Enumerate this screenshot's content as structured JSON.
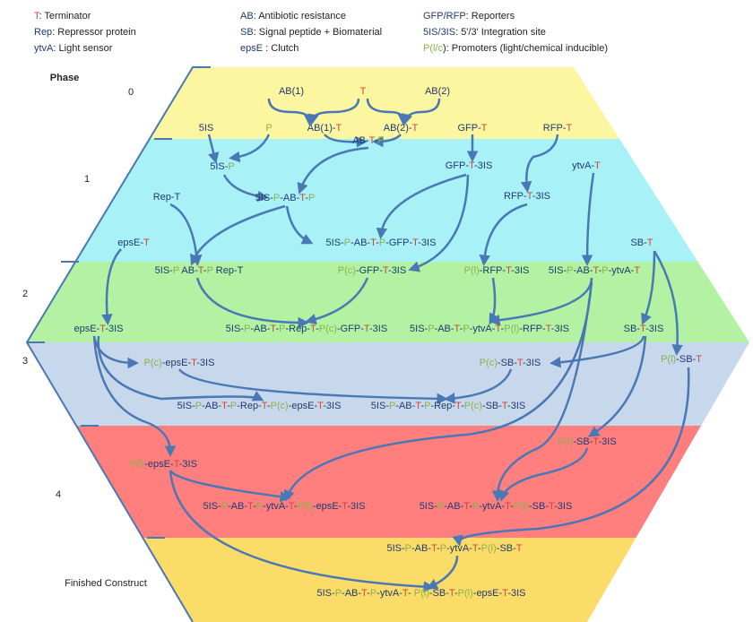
{
  "colors": {
    "blue": "#1f3a6e",
    "red": "#d0453a",
    "green": "#8db14a",
    "arrow": "#4a78b5"
  },
  "legend": [
    [
      {
        "t": "T",
        "c": "r"
      },
      {
        "t": ": Terminator",
        "c": "k"
      }
    ],
    [
      {
        "t": "AB",
        "c": "b"
      },
      {
        "t": ": Antibiotic resistance",
        "c": "k"
      }
    ],
    [
      {
        "t": "GFP/RFP",
        "c": "b"
      },
      {
        "t": ": Reporters",
        "c": "k"
      }
    ],
    [
      {
        "t": "Rep",
        "c": "b"
      },
      {
        "t": ": Repressor protein",
        "c": "k"
      }
    ],
    [
      {
        "t": "SB",
        "c": "b"
      },
      {
        "t": ": Signal peptide + Biomaterial",
        "c": "k"
      }
    ],
    [
      {
        "t": "5IS/3IS",
        "c": "b"
      },
      {
        "t": ": 5'/3' Integration site",
        "c": "k"
      }
    ],
    [
      {
        "t": "ytvA",
        "c": "b"
      },
      {
        "t": ": Light sensor",
        "c": "k"
      }
    ],
    [
      {
        "t": "epsE",
        "c": "b"
      },
      {
        "t": " : Clutch",
        "c": "k"
      }
    ],
    [
      {
        "t": "P(",
        "c": "g"
      },
      {
        "t": "l/c",
        "c": "g"
      },
      {
        "t": ")",
        "c": "k"
      },
      {
        "t": ": Promoters (light/chemical inducible)",
        "c": "k"
      }
    ]
  ],
  "phases": {
    "title": "Phase",
    "p0": "0",
    "p1": "1",
    "p2": "2",
    "p3": "3",
    "p4": "4",
    "final": "Finished Construct"
  },
  "labels": [
    [
      {
        "t": "AB(1)",
        "c": "b"
      }
    ],
    [
      {
        "t": "T",
        "c": "r"
      }
    ],
    [
      {
        "t": "AB(2)",
        "c": "b"
      }
    ],
    [
      {
        "t": "5IS",
        "c": "b"
      }
    ],
    [
      {
        "t": "P",
        "c": "g"
      }
    ],
    [
      {
        "t": "AB(1)-",
        "c": "b"
      },
      {
        "t": "T",
        "c": "r"
      }
    ],
    [
      {
        "t": "AB(2)-",
        "c": "b"
      },
      {
        "t": "T",
        "c": "r"
      }
    ],
    [
      {
        "t": "GFP-",
        "c": "b"
      },
      {
        "t": "T",
        "c": "r"
      }
    ],
    [
      {
        "t": "RFP-",
        "c": "b"
      },
      {
        "t": "T",
        "c": "r"
      }
    ],
    [
      {
        "t": "5IS-",
        "c": "b"
      },
      {
        "t": "P",
        "c": "g"
      }
    ],
    [
      {
        "t": "AB-",
        "c": "b"
      },
      {
        "t": "T",
        "c": "r"
      },
      {
        "t": "-",
        "c": "b"
      },
      {
        "t": "P",
        "c": "g"
      }
    ],
    [
      {
        "t": "GFP-",
        "c": "b"
      },
      {
        "t": "T",
        "c": "r"
      },
      {
        "t": "-3IS",
        "c": "b"
      }
    ],
    [
      {
        "t": "ytvA-",
        "c": "b"
      },
      {
        "t": "T",
        "c": "r"
      }
    ],
    [
      {
        "t": "Rep-",
        "c": "b"
      },
      {
        "t": "T",
        "c": "b"
      }
    ],
    [
      {
        "t": "5IS-",
        "c": "b"
      },
      {
        "t": "P",
        "c": "g"
      },
      {
        "t": "-AB-",
        "c": "b"
      },
      {
        "t": "T",
        "c": "r"
      },
      {
        "t": "-",
        "c": "b"
      },
      {
        "t": "P",
        "c": "g"
      }
    ],
    [
      {
        "t": "RFP-",
        "c": "b"
      },
      {
        "t": "T",
        "c": "r"
      },
      {
        "t": "-3IS",
        "c": "b"
      }
    ],
    [
      {
        "t": "5IS-",
        "c": "b"
      },
      {
        "t": "P",
        "c": "g"
      },
      {
        "t": "-AB-",
        "c": "b"
      },
      {
        "t": "T",
        "c": "r"
      },
      {
        "t": "-",
        "c": "b"
      },
      {
        "t": "P",
        "c": "g"
      },
      {
        "t": "-GFP-",
        "c": "b"
      },
      {
        "t": "T",
        "c": "r"
      },
      {
        "t": "-3IS",
        "c": "b"
      }
    ],
    [
      {
        "t": "epsE-",
        "c": "b"
      },
      {
        "t": "T",
        "c": "r"
      }
    ],
    [
      {
        "t": "SB-",
        "c": "b"
      },
      {
        "t": "T",
        "c": "r"
      }
    ],
    [
      {
        "t": "5IS-",
        "c": "b"
      },
      {
        "t": "P",
        "c": "g"
      },
      {
        "t": " AB-",
        "c": "b"
      },
      {
        "t": "T",
        "c": "r"
      },
      {
        "t": "-",
        "c": "b"
      },
      {
        "t": "P",
        "c": "g"
      },
      {
        "t": " Rep-T",
        "c": "b"
      }
    ],
    [
      {
        "t": "P(c)",
        "c": "g"
      },
      {
        "t": "-GFP-",
        "c": "b"
      },
      {
        "t": "T",
        "c": "r"
      },
      {
        "t": "-3IS",
        "c": "b"
      }
    ],
    [
      {
        "t": "P(l)",
        "c": "g"
      },
      {
        "t": "-RFP-",
        "c": "b"
      },
      {
        "t": "T",
        "c": "r"
      },
      {
        "t": "-3IS",
        "c": "b"
      }
    ],
    [
      {
        "t": "5IS-",
        "c": "b"
      },
      {
        "t": "P",
        "c": "g"
      },
      {
        "t": "-AB-",
        "c": "b"
      },
      {
        "t": "T",
        "c": "r"
      },
      {
        "t": "-",
        "c": "b"
      },
      {
        "t": "P",
        "c": "g"
      },
      {
        "t": "-ytvA-",
        "c": "b"
      },
      {
        "t": "T",
        "c": "r"
      }
    ],
    [
      {
        "t": "epsE-",
        "c": "b"
      },
      {
        "t": "T",
        "c": "r"
      },
      {
        "t": "-3IS",
        "c": "b"
      }
    ],
    [
      {
        "t": "5IS-",
        "c": "b"
      },
      {
        "t": "P",
        "c": "g"
      },
      {
        "t": "-AB-",
        "c": "b"
      },
      {
        "t": "T",
        "c": "r"
      },
      {
        "t": "-",
        "c": "b"
      },
      {
        "t": "P",
        "c": "g"
      },
      {
        "t": "-Rep-",
        "c": "b"
      },
      {
        "t": "T",
        "c": "r"
      },
      {
        "t": "-",
        "c": "b"
      },
      {
        "t": "P(c)",
        "c": "g"
      },
      {
        "t": "-GFP-",
        "c": "b"
      },
      {
        "t": "T",
        "c": "r"
      },
      {
        "t": "-3IS",
        "c": "b"
      }
    ],
    [
      {
        "t": "5IS-",
        "c": "b"
      },
      {
        "t": "P",
        "c": "g"
      },
      {
        "t": "-AB-",
        "c": "b"
      },
      {
        "t": "T",
        "c": "r"
      },
      {
        "t": "-",
        "c": "b"
      },
      {
        "t": "P",
        "c": "g"
      },
      {
        "t": "-ytvA-",
        "c": "b"
      },
      {
        "t": "T",
        "c": "r"
      },
      {
        "t": "-",
        "c": "b"
      },
      {
        "t": "P(l)",
        "c": "g"
      },
      {
        "t": "-RFP-",
        "c": "b"
      },
      {
        "t": "T",
        "c": "r"
      },
      {
        "t": "-3IS",
        "c": "b"
      }
    ],
    [
      {
        "t": "SB-",
        "c": "b"
      },
      {
        "t": "T",
        "c": "r"
      },
      {
        "t": "-3IS",
        "c": "b"
      }
    ],
    [
      {
        "t": "P(c)",
        "c": "g"
      },
      {
        "t": "-epsE-",
        "c": "b"
      },
      {
        "t": "T",
        "c": "r"
      },
      {
        "t": "-3IS",
        "c": "b"
      }
    ],
    [
      {
        "t": "P(c)",
        "c": "g"
      },
      {
        "t": "-SB-",
        "c": "b"
      },
      {
        "t": "T",
        "c": "r"
      },
      {
        "t": "-3IS",
        "c": "b"
      }
    ],
    [
      {
        "t": "P(l)",
        "c": "g"
      },
      {
        "t": "-SB-",
        "c": "b"
      },
      {
        "t": "T",
        "c": "r"
      }
    ],
    [
      {
        "t": "5IS-",
        "c": "b"
      },
      {
        "t": "P",
        "c": "g"
      },
      {
        "t": "-AB-",
        "c": "b"
      },
      {
        "t": "T",
        "c": "r"
      },
      {
        "t": "-",
        "c": "b"
      },
      {
        "t": "P",
        "c": "g"
      },
      {
        "t": "-Rep-",
        "c": "b"
      },
      {
        "t": "T",
        "c": "r"
      },
      {
        "t": "-",
        "c": "b"
      },
      {
        "t": "P(c)",
        "c": "g"
      },
      {
        "t": "-epsE-",
        "c": "b"
      },
      {
        "t": "T",
        "c": "r"
      },
      {
        "t": "-3IS",
        "c": "b"
      }
    ],
    [
      {
        "t": "5IS-",
        "c": "b"
      },
      {
        "t": "P",
        "c": "g"
      },
      {
        "t": "-AB-",
        "c": "b"
      },
      {
        "t": "T",
        "c": "r"
      },
      {
        "t": "-",
        "c": "b"
      },
      {
        "t": "P",
        "c": "g"
      },
      {
        "t": "-Rep-",
        "c": "b"
      },
      {
        "t": "T",
        "c": "r"
      },
      {
        "t": "-",
        "c": "b"
      },
      {
        "t": "P(c)",
        "c": "g"
      },
      {
        "t": "-SB-",
        "c": "b"
      },
      {
        "t": "T",
        "c": "r"
      },
      {
        "t": "-3IS",
        "c": "b"
      }
    ],
    [
      {
        "t": "P(l)",
        "c": "g"
      },
      {
        "t": "-SB-",
        "c": "b"
      },
      {
        "t": "T",
        "c": "r"
      },
      {
        "t": "-3IS",
        "c": "b"
      }
    ],
    [
      {
        "t": "P(l)",
        "c": "g"
      },
      {
        "t": "-epsE-",
        "c": "b"
      },
      {
        "t": "T",
        "c": "r"
      },
      {
        "t": "-3IS",
        "c": "b"
      }
    ],
    [
      {
        "t": "5IS-",
        "c": "b"
      },
      {
        "t": "P",
        "c": "g"
      },
      {
        "t": "-AB-",
        "c": "b"
      },
      {
        "t": "T",
        "c": "r"
      },
      {
        "t": "-",
        "c": "b"
      },
      {
        "t": "P",
        "c": "g"
      },
      {
        "t": "-ytvA-",
        "c": "b"
      },
      {
        "t": "T",
        "c": "r"
      },
      {
        "t": "-",
        "c": "b"
      },
      {
        "t": "P(l)",
        "c": "g"
      },
      {
        "t": "-epsE-",
        "c": "b"
      },
      {
        "t": "T",
        "c": "r"
      },
      {
        "t": "-3IS",
        "c": "b"
      }
    ],
    [
      {
        "t": "5IS-",
        "c": "b"
      },
      {
        "t": "P",
        "c": "g"
      },
      {
        "t": "-AB-",
        "c": "b"
      },
      {
        "t": "T",
        "c": "r"
      },
      {
        "t": "-",
        "c": "b"
      },
      {
        "t": "P",
        "c": "g"
      },
      {
        "t": "-ytvA-",
        "c": "b"
      },
      {
        "t": "T",
        "c": "r"
      },
      {
        "t": "-",
        "c": "b"
      },
      {
        "t": "P(l)",
        "c": "g"
      },
      {
        "t": "-SB-",
        "c": "b"
      },
      {
        "t": "T",
        "c": "r"
      },
      {
        "t": "-3IS",
        "c": "b"
      }
    ],
    [
      {
        "t": "5IS-",
        "c": "b"
      },
      {
        "t": "P",
        "c": "g"
      },
      {
        "t": "-AB-",
        "c": "b"
      },
      {
        "t": "T",
        "c": "r"
      },
      {
        "t": "-",
        "c": "b"
      },
      {
        "t": "P",
        "c": "g"
      },
      {
        "t": "-ytvA-",
        "c": "b"
      },
      {
        "t": "T",
        "c": "r"
      },
      {
        "t": "-",
        "c": "b"
      },
      {
        "t": "P(l)",
        "c": "g"
      },
      {
        "t": "-SB-",
        "c": "b"
      },
      {
        "t": "T",
        "c": "r"
      }
    ],
    [
      {
        "t": "5IS-",
        "c": "b"
      },
      {
        "t": "P",
        "c": "g"
      },
      {
        "t": "-AB-",
        "c": "b"
      },
      {
        "t": "T",
        "c": "r"
      },
      {
        "t": "-",
        "c": "b"
      },
      {
        "t": "P",
        "c": "g"
      },
      {
        "t": "-ytvA-",
        "c": "b"
      },
      {
        "t": "T",
        "c": "r"
      },
      {
        "t": "- ",
        "c": "b"
      },
      {
        "t": "P(l)",
        "c": "g"
      },
      {
        "t": "-SB-",
        "c": "b"
      },
      {
        "t": "T",
        "c": "r"
      },
      {
        "t": "-",
        "c": "b"
      },
      {
        "t": "P(l)",
        "c": "g"
      },
      {
        "t": "-epsE-",
        "c": "b"
      },
      {
        "t": "T",
        "c": "r"
      },
      {
        "t": "-3IS",
        "c": "b"
      }
    ]
  ]
}
